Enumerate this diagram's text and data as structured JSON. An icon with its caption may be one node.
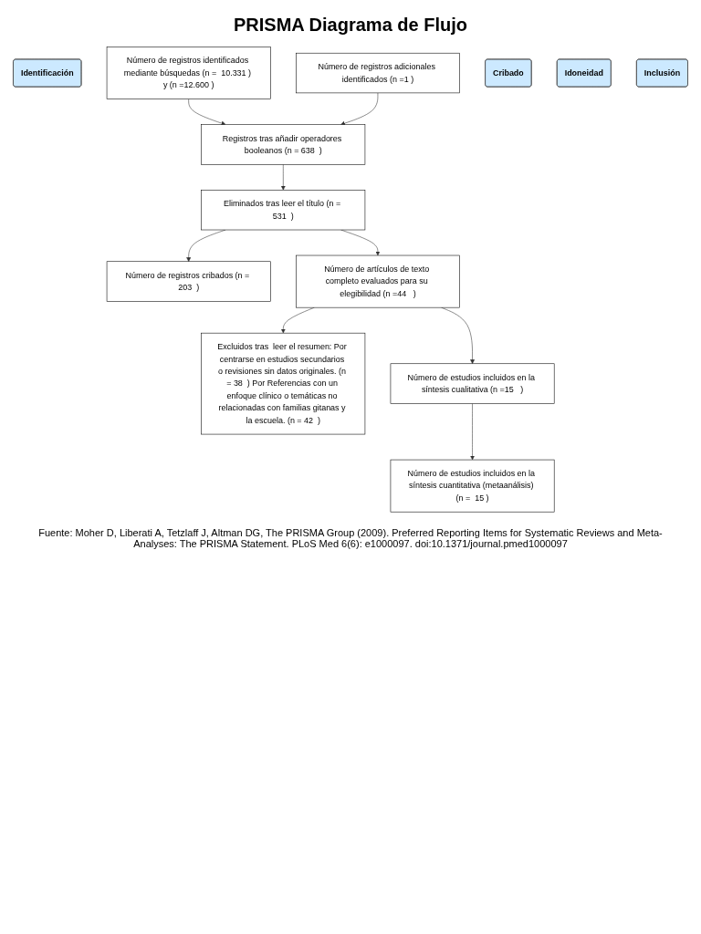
{
  "diagram": {
    "title": "PRISMA Diagrama de Flujo",
    "caption": "Fuente: Moher D, Liberati A, Tetzlaff J, Altman DG, The PRISMA Group (2009). Preferred Reporting Items for Systematic Reviews and Meta-Analyses: The PRISMA Statement. PLoS Med 6(6): e1000097. doi:10.1371/journal.pmed1000097",
    "nodes": [
      {
        "text": [
          "Identificación"
        ]
      },
      {
        "text": [
          "Número de registros identificados mediante búsquedas (n =  10.331 ) y (n =12.600 )"
        ]
      },
      {
        "text": [
          "Número de registros adicionales identificados (n =1 )"
        ]
      },
      {
        "text": [
          "Registros tras añadir operadores booleanos (n = 638  )"
        ]
      },
      {
        "text": [
          "Cribado"
        ]
      },
      {
        "text": [
          "Eliminados tras leer el título (n = 531  )"
        ]
      },
      {
        "text": [
          "Número de registros cribados (n = 203  )"
        ]
      },
      {
        "text": [
          "Idoneidad"
        ]
      },
      {
        "text": [
          "Número de artículos de texto completo evaluados para su elegibilidad (n =44   )"
        ]
      },
      {
        "text": [
          "Excluidos tras  leer el resumen: Por centrarse en estudios secundarios o revisiones sin datos originales. (n = 38  ) Por Referencias con un enfoque clínico o temáticas no relacionadas con familias gitanas y la escuela. (n = 42  )"
        ]
      },
      {
        "text": [
          "Inclusión"
        ]
      },
      {
        "text": [
          "Número de estudios incluidos en la síntesis cualitativa (n =15   )"
        ]
      },
      {
        "text": [
          "Número de estudios incluidos en la síntesis cuantitativa (metaanálisis) (n =  15 )"
        ]
      }
    ],
    "edges": [
      {
        "from": 1,
        "to": 3,
        "arrow": "to"
      },
      {
        "from": 2,
        "to": 3,
        "arrow": "to"
      },
      {
        "from": 3,
        "to": 5,
        "arrow": "to"
      },
      {
        "from": 5,
        "to": 6,
        "arrow": "to"
      },
      {
        "from": 5,
        "to": 8,
        "arrow": "to"
      },
      {
        "from": 8,
        "to": 9,
        "arrow": "to"
      },
      {
        "from": 8,
        "to": 11,
        "arrow": "to"
      },
      {
        "from": 11,
        "to": 12,
        "arrow": "to"
      }
    ]
  }
}
